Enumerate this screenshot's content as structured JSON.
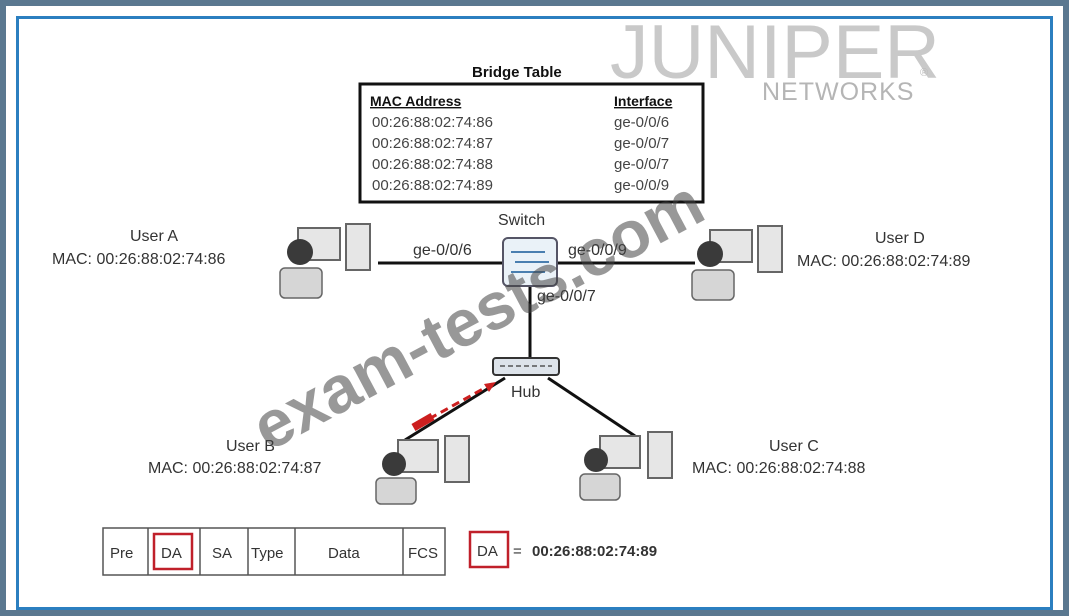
{
  "logo": {
    "wordmark": "JUNIPER",
    "subtitle": "NETWORKS",
    "registered": "®"
  },
  "watermark": "exam-tests.com",
  "bridge_table": {
    "title": "Bridge Table",
    "headers": [
      "MAC Address",
      "Interface"
    ],
    "rows": [
      [
        "00:26:88:02:74:86",
        "ge-0/0/6"
      ],
      [
        "00:26:88:02:74:87",
        "ge-0/0/7"
      ],
      [
        "00:26:88:02:74:88",
        "ge-0/0/7"
      ],
      [
        "00:26:88:02:74:89",
        "ge-0/0/9"
      ]
    ]
  },
  "switch": {
    "label": "Switch",
    "port_left": "ge-0/0/6",
    "port_right": "ge-0/0/9",
    "port_down": "ge-0/0/7"
  },
  "hub": {
    "label": "Hub"
  },
  "users": {
    "a": {
      "name": "User A",
      "mac": "MAC: 00:26:88:02:74:86"
    },
    "b": {
      "name": "User B",
      "mac": "MAC: 00:26:88:02:74:87"
    },
    "c": {
      "name": "User C",
      "mac": "MAC: 00:26:88:02:74:88"
    },
    "d": {
      "name": "User D",
      "mac": "MAC: 00:26:88:02:74:89"
    }
  },
  "frame_fields": [
    "Pre",
    "DA",
    "SA",
    "Type",
    "Data",
    "FCS"
  ],
  "legend": {
    "field": "DA",
    "equals": "=",
    "value": "00:26:88:02:74:89"
  },
  "colors": {
    "border": "#2b7fc0",
    "highlight": "#c0202a",
    "frame_arrow": "#cc1f1f"
  }
}
